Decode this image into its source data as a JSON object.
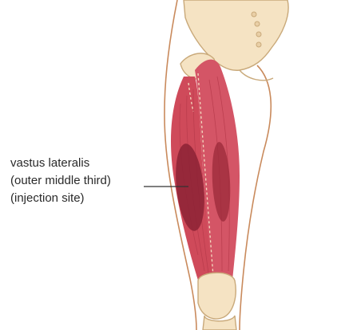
{
  "label": {
    "line1": "vastus lateralis",
    "line2": "(outer middle third)",
    "line3": "(injection site)"
  },
  "colors": {
    "bone_fill": "#f5e3c3",
    "bone_stroke": "#c9a97a",
    "muscle": "#cf4a5a",
    "muscle_dark": "#9b2a3a",
    "injection_site": "#8c2235",
    "skin_outline": "#c98a5c",
    "pointer_line": "#333333"
  }
}
